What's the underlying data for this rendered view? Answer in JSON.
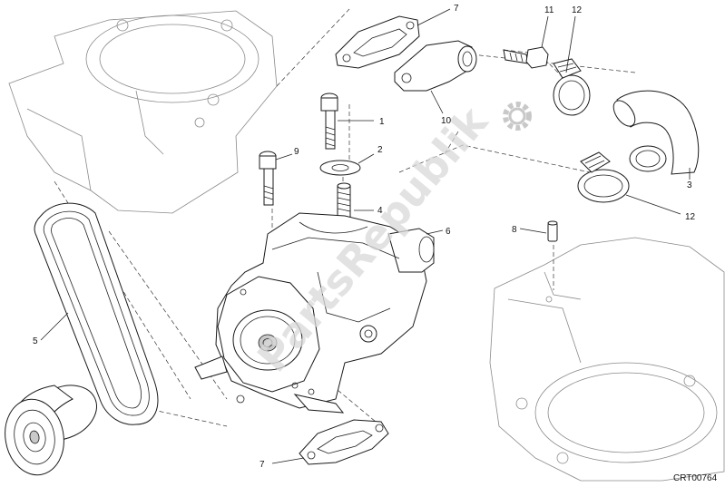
{
  "watermark": {
    "text": "PartsRepublik",
    "icon": "gear-icon"
  },
  "diagram_code": "CRT00764",
  "callouts": {
    "c1": "1",
    "c2": "2",
    "c3": "3",
    "c4": "4",
    "c5": "5",
    "c6": "6",
    "c7a": "7",
    "c7b": "7",
    "c8": "8",
    "c9": "9",
    "c10": "10",
    "c11": "11",
    "c12a": "12",
    "c12b": "12"
  }
}
